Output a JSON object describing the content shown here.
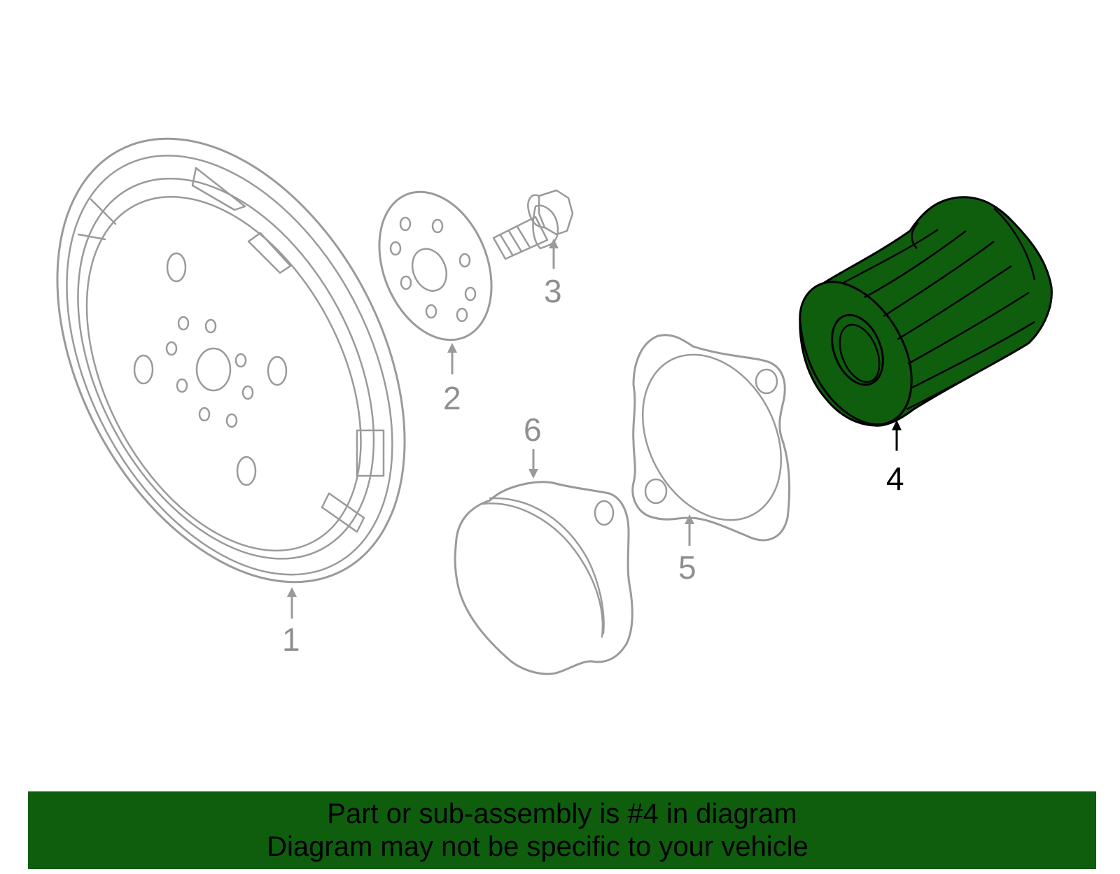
{
  "diagram": {
    "callouts": [
      {
        "number": "1",
        "highlighted": false
      },
      {
        "number": "2",
        "highlighted": false
      },
      {
        "number": "3",
        "highlighted": false
      },
      {
        "number": "4",
        "highlighted": true
      },
      {
        "number": "5",
        "highlighted": false
      },
      {
        "number": "6",
        "highlighted": false
      }
    ],
    "colors": {
      "line": "#9a9a9a",
      "highlight_fill": "#0e5e0e",
      "highlight_stroke": "#000000",
      "banner": "#0e5e0e"
    }
  },
  "banner": {
    "line1": "Part or sub-assembly is #4 in diagram",
    "line2": "Diagram may not be specific to your vehicle"
  }
}
